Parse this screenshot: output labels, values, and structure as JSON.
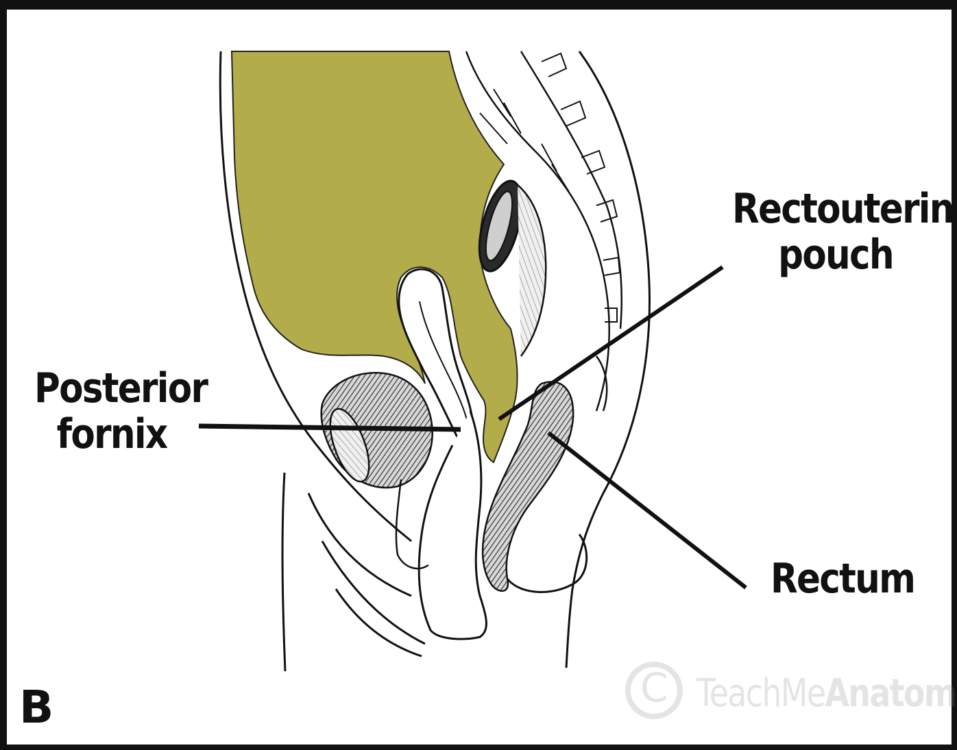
{
  "labels": {
    "rectouterine_line1": "Rectouterine",
    "rectouterine_line2": "pouch",
    "posterior_line1": "Posterior",
    "posterior_line2": "fornix",
    "rectum": "Rectum"
  },
  "panel_letter": "B",
  "watermark": {
    "symbol": "C",
    "text_light": "TeachMe",
    "text_bold": "Anatomy"
  },
  "colors": {
    "peritoneal_fill": "#b3ac4a",
    "line": "#111111",
    "shading": "#3a3a3a"
  }
}
